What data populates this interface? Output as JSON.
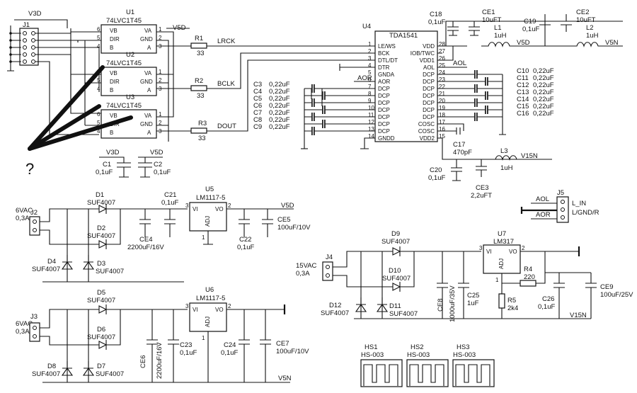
{
  "question_mark": "?",
  "connectors": {
    "j1": {
      "ref": "J1",
      "rail": "V3D"
    },
    "j2": {
      "ref": "J2",
      "rating": [
        "6VAC",
        "0,3A"
      ]
    },
    "j3": {
      "ref": "J3",
      "rating": [
        "6VAC",
        "0,3A"
      ]
    },
    "j4": {
      "ref": "J4",
      "rating": [
        "15VAC",
        "0,3A"
      ]
    },
    "j5": {
      "ref": "J5",
      "aol": "AOL",
      "aor": "AOR",
      "label1": "L_IN",
      "label2": "L/GND/R"
    }
  },
  "buffers": [
    {
      "ref": "U1",
      "part": "74LVC1T45"
    },
    {
      "ref": "U2",
      "part": "74LVC1T45"
    },
    {
      "ref": "U3",
      "part": "74LVC1T45"
    }
  ],
  "buffer_pins": {
    "vb": "VB",
    "dir": "DIR",
    "b": "B",
    "va": "VA",
    "gnd": "GND",
    "a": "A",
    "n1": "1",
    "n2": "2",
    "n3": "3",
    "n4": "4",
    "n5": "5",
    "n6": "6"
  },
  "v5d": "V5D",
  "v3d": "V3D",
  "v5n": "V5N",
  "v15n": "V15N",
  "resistors": [
    {
      "ref": "R1",
      "value": "33",
      "net": "LRCK"
    },
    {
      "ref": "R2",
      "value": "33",
      "net": "BCLK"
    },
    {
      "ref": "R3",
      "value": "33",
      "net": "DOUT"
    }
  ],
  "dac": {
    "ref": "U4",
    "part": "TDA1541",
    "left_pins": [
      {
        "num": "1",
        "name": "LE/WS"
      },
      {
        "num": "2",
        "name": "BCK"
      },
      {
        "num": "3",
        "name": "DTL/DT"
      },
      {
        "num": "4",
        "name": "DTR"
      },
      {
        "num": "5",
        "name": "GNDA"
      },
      {
        "num": "6",
        "name": "AOR"
      },
      {
        "num": "7",
        "name": "DCP"
      },
      {
        "num": "8",
        "name": "DCP"
      },
      {
        "num": "9",
        "name": "DCP"
      },
      {
        "num": "10",
        "name": "DCP"
      },
      {
        "num": "11",
        "name": "DCP"
      },
      {
        "num": "12",
        "name": "DCP"
      },
      {
        "num": "13",
        "name": "DCP"
      },
      {
        "num": "14",
        "name": "GNDD"
      }
    ],
    "right_pins": [
      {
        "num": "28",
        "name": "VDD"
      },
      {
        "num": "27",
        "name": "IOB/TWC"
      },
      {
        "num": "26",
        "name": "VDD1"
      },
      {
        "num": "25",
        "name": "AOL"
      },
      {
        "num": "24",
        "name": "DCP"
      },
      {
        "num": "23",
        "name": "DCP"
      },
      {
        "num": "22",
        "name": "DCP"
      },
      {
        "num": "21",
        "name": "DCP"
      },
      {
        "num": "20",
        "name": "DCP"
      },
      {
        "num": "19",
        "name": "DCP"
      },
      {
        "num": "18",
        "name": "DCP"
      },
      {
        "num": "17",
        "name": "COSC"
      },
      {
        "num": "16",
        "name": "COSC"
      },
      {
        "num": "15",
        "name": "VDD2"
      }
    ],
    "aor_net": "AOR",
    "aol_net": "AOL"
  },
  "dcp_caps_left": [
    {
      "ref": "C3",
      "value": "0,22uF"
    },
    {
      "ref": "C4",
      "value": "0,22uF"
    },
    {
      "ref": "C5",
      "value": "0,22uF"
    },
    {
      "ref": "C6",
      "value": "0,22uF"
    },
    {
      "ref": "C7",
      "value": "0,22uF"
    },
    {
      "ref": "C8",
      "value": "0,22uF"
    },
    {
      "ref": "C9",
      "value": "0,22uF"
    }
  ],
  "dcp_caps_right": [
    {
      "ref": "C10",
      "value": "0,22uF"
    },
    {
      "ref": "C11",
      "value": "0,22uF"
    },
    {
      "ref": "C12",
      "value": "0,22uF"
    },
    {
      "ref": "C13",
      "value": "0,22uF"
    },
    {
      "ref": "C14",
      "value": "0,22uF"
    },
    {
      "ref": "C15",
      "value": "0,22uF"
    },
    {
      "ref": "C16",
      "value": "0,22uF"
    }
  ],
  "caps": {
    "c1": {
      "ref": "C1",
      "value": "0,1uF"
    },
    "c2": {
      "ref": "C2",
      "value": "0,1uF"
    },
    "c17": {
      "ref": "C17",
      "value": "470pF"
    },
    "c18": {
      "ref": "C18",
      "value": "0,1uF"
    },
    "c19": {
      "ref": "C19",
      "value": "0,1uF"
    },
    "c20": {
      "ref": "C20",
      "value": "0,1uF"
    },
    "c21": {
      "ref": "C21",
      "value": "0,1uF"
    },
    "c22": {
      "ref": "C22",
      "value": "0,1uF"
    },
    "c23": {
      "ref": "C23",
      "value": "0,1uF"
    },
    "c24": {
      "ref": "C24",
      "value": "0,1uF"
    },
    "c25": {
      "ref": "C25",
      "value": "1uF"
    },
    "c26": {
      "ref": "C26",
      "value": "0,1uF"
    },
    "ce1": {
      "ref": "CE1",
      "value": "10uFT"
    },
    "ce2": {
      "ref": "CE2",
      "value": "10uFT"
    },
    "ce3": {
      "ref": "CE3",
      "value": "2,2uFT"
    },
    "ce4": {
      "ref": "CE4",
      "value": "2200uF/16V"
    },
    "ce5": {
      "ref": "CE5",
      "value": "100uF/10V"
    },
    "ce6": {
      "ref": "CE6",
      "value": "2200uF/16V"
    },
    "ce7": {
      "ref": "CE7",
      "value": "100uF/10V"
    },
    "ce8": {
      "ref": "CE8",
      "value": "1000uF/35V"
    },
    "ce9": {
      "ref": "CE9",
      "value": "100uF/25V"
    }
  },
  "inductors": {
    "l1": {
      "ref": "L1",
      "value": "1uH"
    },
    "l2": {
      "ref": "L2",
      "value": "1uH"
    },
    "l3": {
      "ref": "L3",
      "value": "1uH"
    }
  },
  "diodes": {
    "d1": {
      "ref": "D1",
      "part": "SUF4007"
    },
    "d2": {
      "ref": "D2",
      "part": "SUF4007"
    },
    "d3": {
      "ref": "D3",
      "part": "SUF4007"
    },
    "d4": {
      "ref": "D4",
      "part": "SUF4007"
    },
    "d5": {
      "ref": "D5",
      "part": "SUF4007"
    },
    "d6": {
      "ref": "D6",
      "part": "SUF4007"
    },
    "d7": {
      "ref": "D7",
      "part": "SUF4007"
    },
    "d8": {
      "ref": "D8",
      "part": "SUF4007"
    },
    "d9": {
      "ref": "D9",
      "part": "SUF4007"
    },
    "d10": {
      "ref": "D10",
      "part": "SUF4007"
    },
    "d11": {
      "ref": "D11",
      "part": "SUF4007"
    },
    "d12": {
      "ref": "D12",
      "part": "SUF4007"
    }
  },
  "regulators": {
    "u5": {
      "ref": "U5",
      "part": "LM1117-5",
      "vi": "VI",
      "vo": "VO",
      "adj": "ADJ",
      "p1": "1",
      "p2": "2",
      "p3": "3"
    },
    "u6": {
      "ref": "U6",
      "part": "LM1117-5",
      "vi": "VI",
      "vo": "VO",
      "adj": "ADJ",
      "p1": "1",
      "p2": "2",
      "p3": "3"
    },
    "u7": {
      "ref": "U7",
      "part": "LM317",
      "vi": "VI",
      "vo": "VO",
      "adj": "ADJ",
      "p1": "1",
      "p2": "2",
      "p3": "3"
    }
  },
  "r4": {
    "ref": "R4",
    "value": "220"
  },
  "r5": {
    "ref": "R5",
    "value": "2k4"
  },
  "heatsinks": [
    {
      "ref": "HS1",
      "part": "HS-003"
    },
    {
      "ref": "HS2",
      "part": "HS-003"
    },
    {
      "ref": "HS3",
      "part": "HS-003"
    }
  ]
}
